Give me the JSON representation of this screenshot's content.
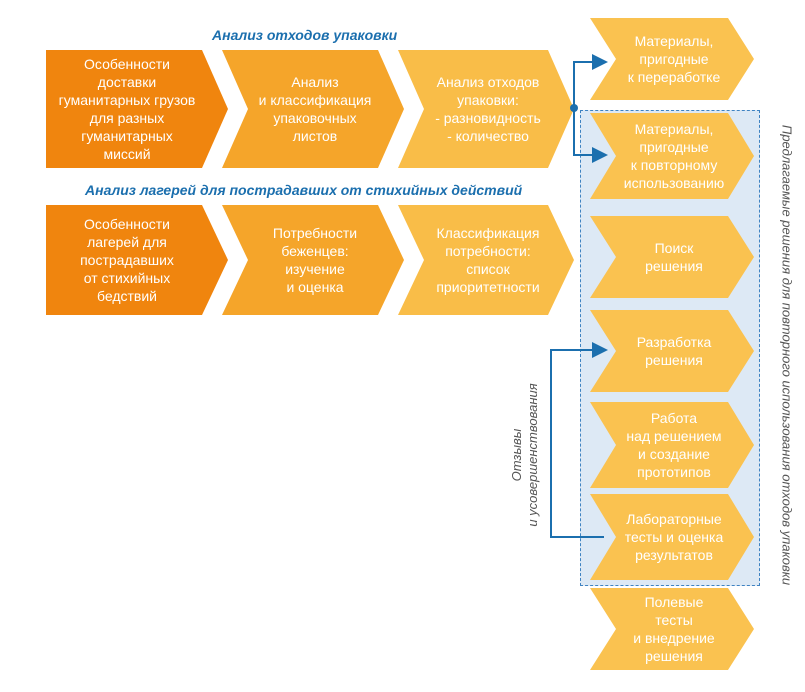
{
  "headings": {
    "packaging": "Анализ отходов упаковки",
    "camps": "Анализ лагерей для пострадавших от стихийных действий",
    "solutions_vertical": "Предлагаемые решения для повторного использования отходов упаковки",
    "feedback_vertical": "Отзывы\nи усовершенствования"
  },
  "row1": [
    {
      "text": "Особенности доставки\nгуманитарных грузов\nдля разных\nгуманитарных\nмиссий"
    },
    {
      "text": "Анализ\nи классификация\nупаковочных листов"
    },
    {
      "text": "Анализ отходов\nупаковки:\n- разновидность\n- количество"
    }
  ],
  "row2": [
    {
      "text": "Особенности\nлагерей для\nпострадавших\nот стихийных\nбедствий"
    },
    {
      "text": "Потребности\nбеженцев:\nизучение\nи оценка"
    },
    {
      "text": "Классификация\nпотребности:\nсписок\nприоритетности"
    }
  ],
  "column": [
    {
      "text": "Материалы,\nпригодные\nк переработке"
    },
    {
      "text": "Материалы,\nпригодные\nк повторному\nиспользованию"
    },
    {
      "text": "Поиск решения"
    },
    {
      "text": "Разработка\nрешения"
    },
    {
      "text": "Работа\nнад решением\nи создание\nпрототипов"
    },
    {
      "text": "Лабораторные\nтесты и оценка\nрезультатов"
    },
    {
      "text": "Полевые тесты\nи внедрение\nрешения"
    }
  ],
  "colors": {
    "dark_orange": "#f0850e",
    "mid_orange": "#f5a52a",
    "light_orange": "#f9bd48",
    "blue": "#1b6fae",
    "pale_blue_box": "#dde9f5"
  }
}
